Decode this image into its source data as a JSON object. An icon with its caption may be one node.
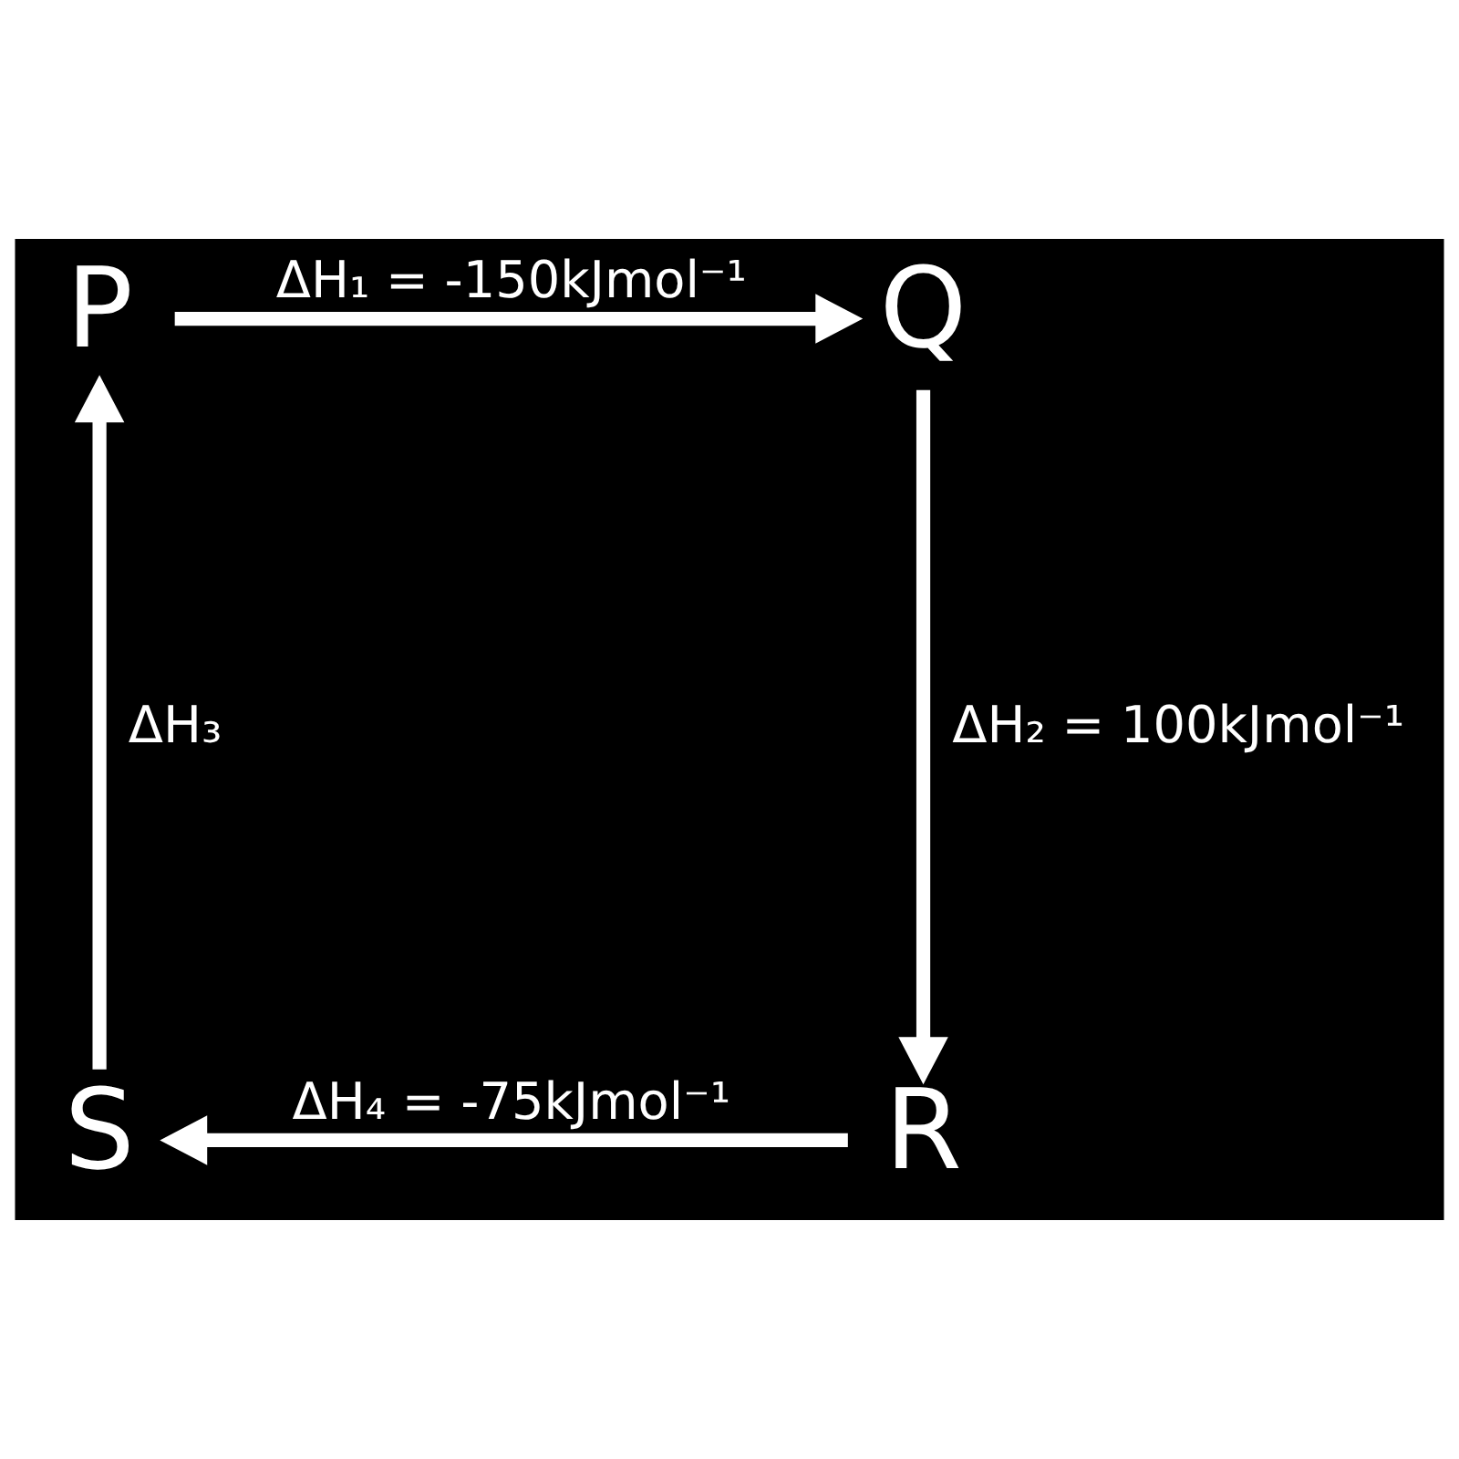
{
  "diagram": {
    "nodes": [
      {
        "text": [
          "P"
        ]
      },
      {
        "text": [
          "Q"
        ]
      },
      {
        "text": [
          "R"
        ]
      },
      {
        "text": [
          "S"
        ]
      }
    ],
    "edges": [
      {
        "from": 0,
        "to": 1,
        "arrow": "to",
        "label": "ΔH₁ = -150kJmol⁻¹"
      },
      {
        "from": 1,
        "to": 2,
        "arrow": "to",
        "label": "ΔH₂ = 100kJmol⁻¹"
      },
      {
        "from": 2,
        "to": 3,
        "arrow": "to",
        "label": "ΔH₄ = -75kJmol⁻¹"
      },
      {
        "from": 3,
        "to": 0,
        "arrow": "to",
        "label": "ΔH₃"
      }
    ]
  }
}
